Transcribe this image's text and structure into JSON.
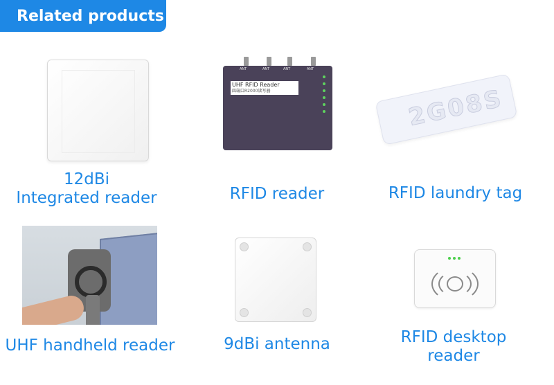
{
  "header": {
    "title": "Related products"
  },
  "products": [
    {
      "line1": "12dBi",
      "line2": "Integrated reader"
    },
    {
      "line1": "RFID reader"
    },
    {
      "line1": "RFID laundry tag"
    },
    {
      "line1": "UHF handheld reader"
    },
    {
      "line1": "9dBi antenna"
    },
    {
      "line1": "RFID desktop",
      "line2": "reader"
    }
  ],
  "images": {
    "reader_box": {
      "title": "UHF RFID Reader",
      "subtitle": "四端口R2000读写器",
      "antenna_label": "ANT"
    },
    "laundry_tag": {
      "print": "2G08S"
    }
  },
  "colors": {
    "accent": "#1e88e5"
  }
}
